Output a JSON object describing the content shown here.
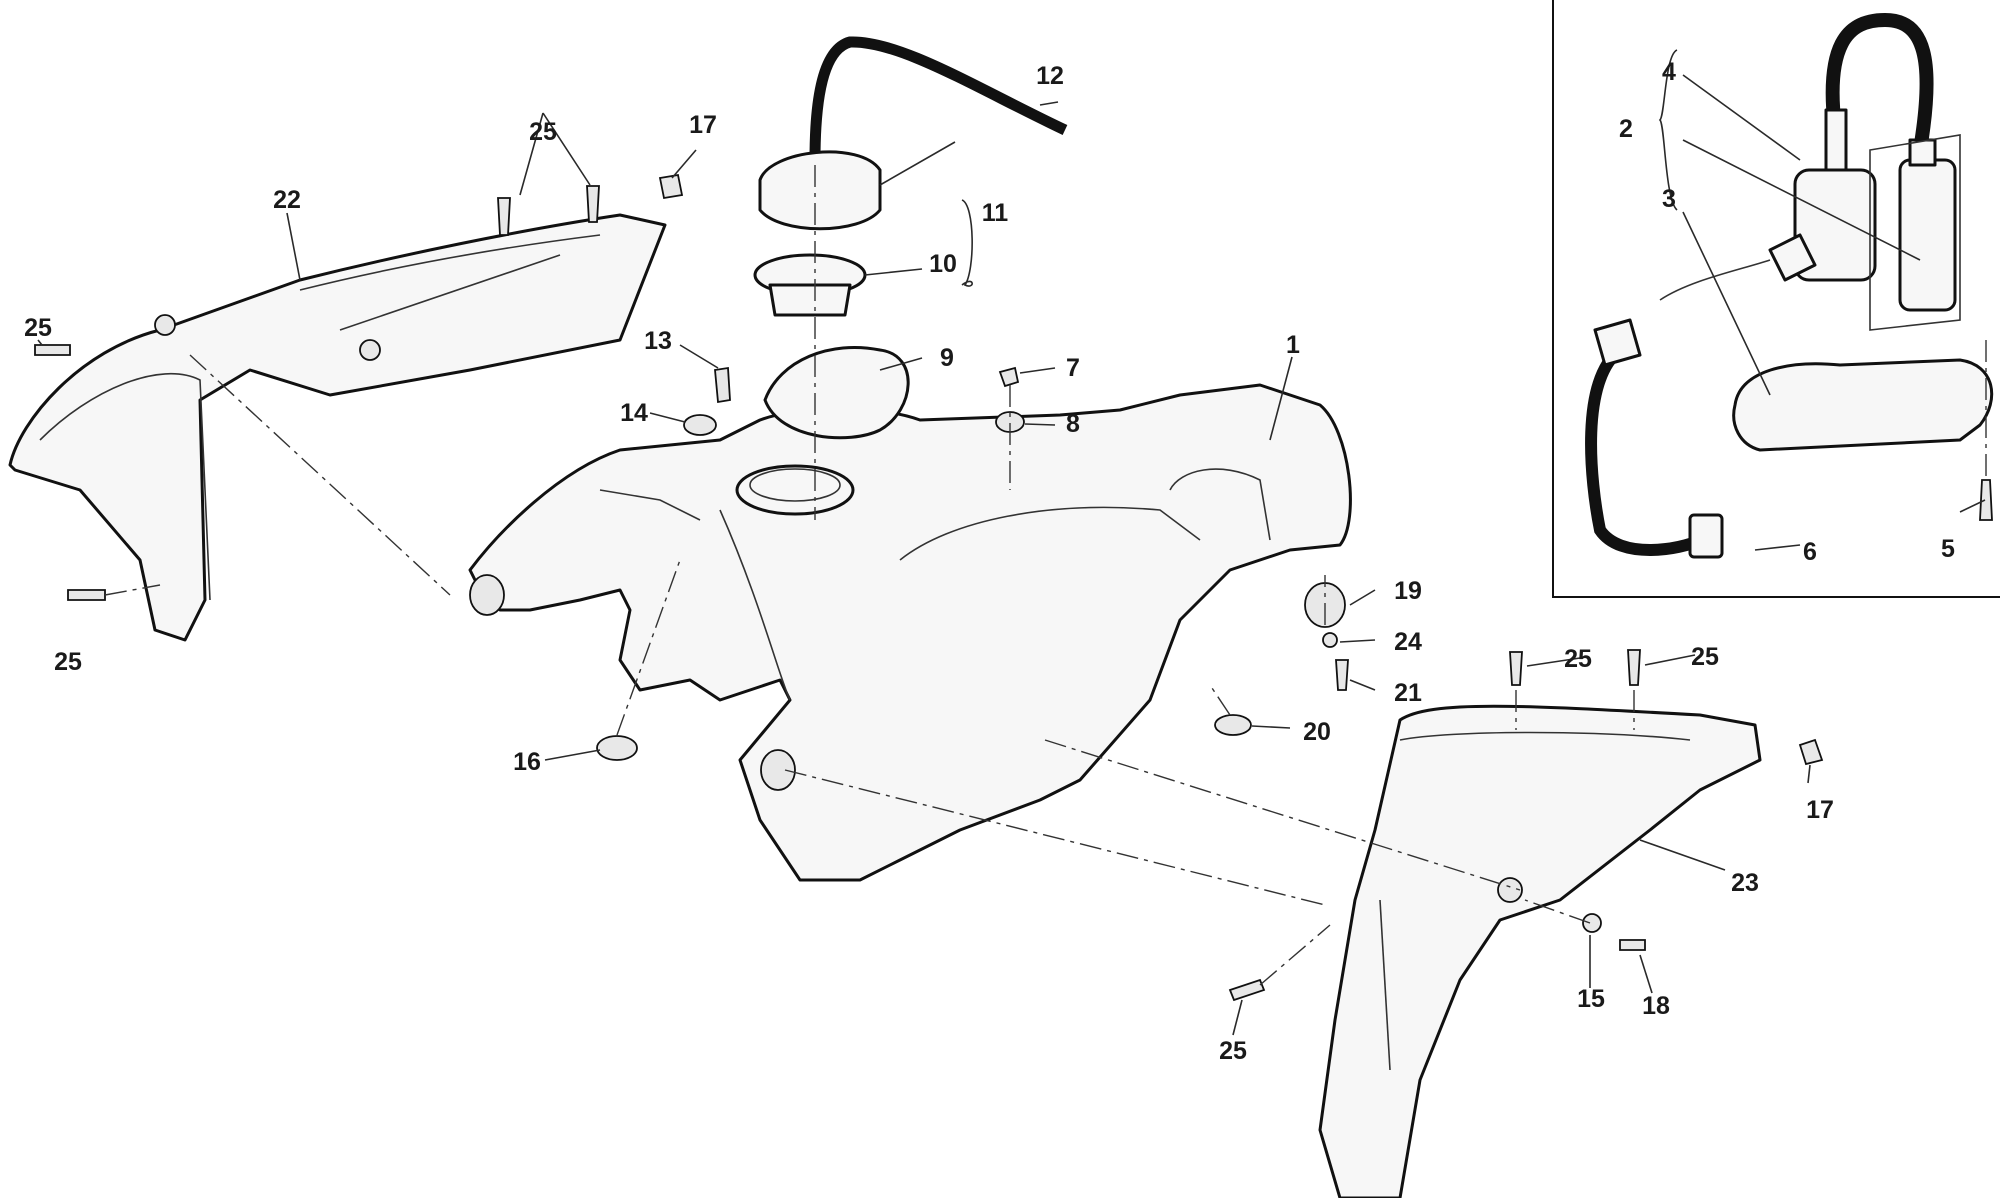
{
  "diagram": {
    "kind": "exploded parts diagram",
    "line_color": "#111111",
    "background": "#ffffff"
  },
  "callouts": [
    {
      "id": "c1",
      "text": "1"
    },
    {
      "id": "c2",
      "text": "2"
    },
    {
      "id": "c3",
      "text": "3"
    },
    {
      "id": "c4",
      "text": "4"
    },
    {
      "id": "c5",
      "text": "5"
    },
    {
      "id": "c6",
      "text": "6"
    },
    {
      "id": "c7",
      "text": "7"
    },
    {
      "id": "c8",
      "text": "8"
    },
    {
      "id": "c9",
      "text": "9"
    },
    {
      "id": "c10",
      "text": "10"
    },
    {
      "id": "c11",
      "text": "11"
    },
    {
      "id": "c12",
      "text": "12"
    },
    {
      "id": "c13",
      "text": "13"
    },
    {
      "id": "c14",
      "text": "14"
    },
    {
      "id": "c15",
      "text": "15"
    },
    {
      "id": "c16",
      "text": "16"
    },
    {
      "id": "c17a",
      "text": "17"
    },
    {
      "id": "c17b",
      "text": "17"
    },
    {
      "id": "c18",
      "text": "18"
    },
    {
      "id": "c19",
      "text": "19"
    },
    {
      "id": "c20",
      "text": "20"
    },
    {
      "id": "c21",
      "text": "21"
    },
    {
      "id": "c22",
      "text": "22"
    },
    {
      "id": "c23",
      "text": "23"
    },
    {
      "id": "c24",
      "text": "24"
    },
    {
      "id": "c25a",
      "text": "25"
    },
    {
      "id": "c25b",
      "text": "25"
    },
    {
      "id": "c25c",
      "text": "25"
    },
    {
      "id": "c25d",
      "text": "25"
    },
    {
      "id": "c25e",
      "text": "25"
    },
    {
      "id": "c25f",
      "text": "25"
    }
  ]
}
